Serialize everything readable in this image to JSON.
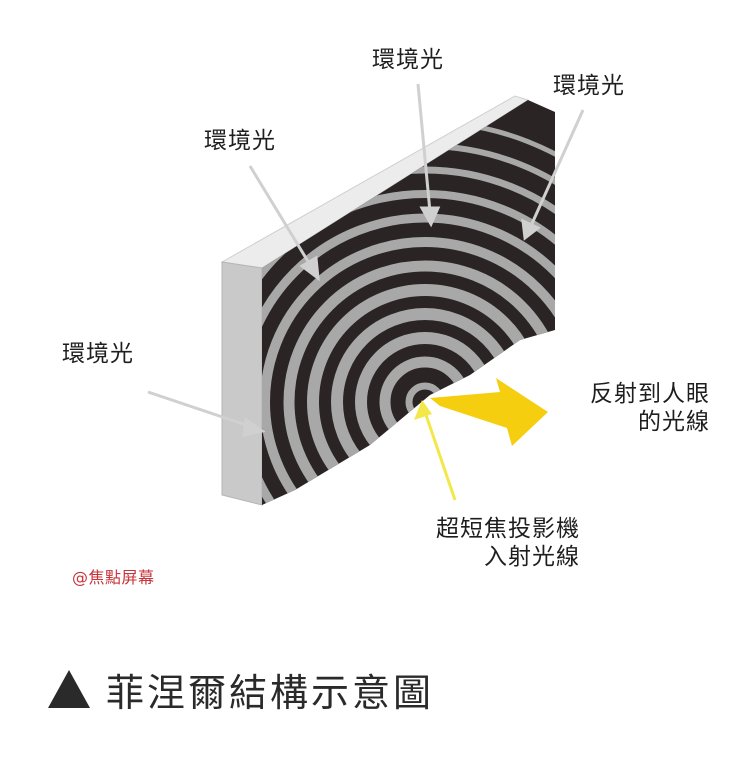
{
  "diagram": {
    "title": "菲涅爾結構示意圖",
    "caption_marker": "triangle-up",
    "watermark": "@焦點屏幕",
    "labels": {
      "ambient_left": "環境光",
      "ambient_upper_left": "環境光",
      "ambient_top": "環境光",
      "ambient_top_right": "環境光",
      "reflected_line1": "反射到人眼",
      "reflected_line2": "的光線",
      "incident_line1": "超短焦投影機",
      "incident_line2": "入射光線"
    },
    "colors": {
      "panel_face": "#2b2424",
      "ridge": "#a8a8a8",
      "panel_edge": "#d8d8d8",
      "ambient_arrow": "#d0d0d0",
      "reflected_arrow": "#f5cf0f",
      "incident_arrow": "#f2e84a",
      "watermark": "#c8343a",
      "text": "#1e1e1e"
    }
  }
}
